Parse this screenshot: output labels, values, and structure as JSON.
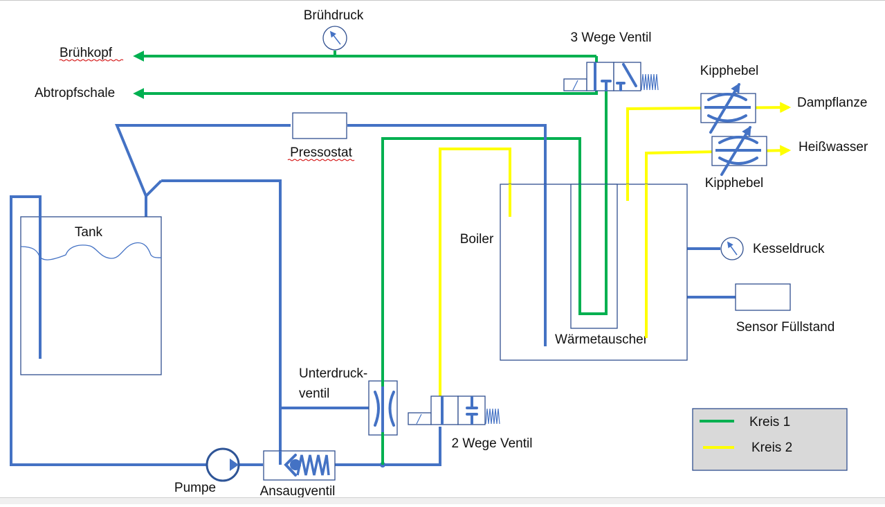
{
  "diagram": {
    "type": "hydraulic-schematic",
    "subject": "espresso machine water circuit",
    "colors": {
      "water_line": "#4472c4",
      "kreis1": "#00b050",
      "kreis2": "#ffff00",
      "legend_bg": "#d9d9d9"
    },
    "labels": {
      "bruehdruck": "Brühdruck",
      "bruehkopf": "Brühkopf",
      "abtropfschale": "Abtropfschale",
      "drei_wege_ventil": "3 Wege Ventil",
      "kipphebel_top": "Kipphebel",
      "kipphebel_bottom": "Kipphebel",
      "dampflanze": "Dampflanze",
      "heisswasser": "Heißwasser",
      "pressostat": "Pressostat",
      "tank": "Tank",
      "boiler": "Boiler",
      "kesseldruck": "Kesseldruck",
      "sensor_fuellstand": "Sensor Füllstand",
      "waermetauscher": "Wärmetauscher",
      "unterdruck_line1": "Unterdruck-",
      "unterdruck_line2": "ventil",
      "zwei_wege_ventil": "2 Wege Ventil",
      "pumpe": "Pumpe",
      "ansaugventil": "Ansaugventil"
    },
    "legend": {
      "items": [
        {
          "label": "Kreis 1",
          "color": "#00b050"
        },
        {
          "label": "Kreis 2",
          "color": "#ffff00"
        }
      ]
    },
    "spellcheck_flagged": [
      "Brühkopf",
      "Pressostat"
    ]
  }
}
